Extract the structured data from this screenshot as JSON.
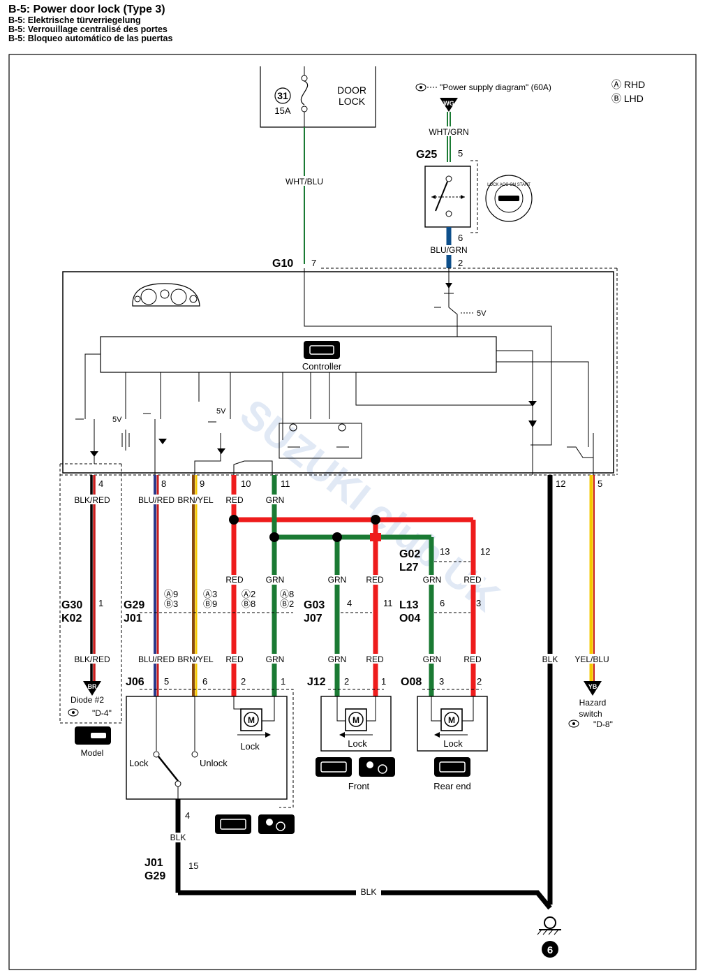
{
  "title": {
    "main": "B-5: Power door lock (Type 3)",
    "de": "B-5: Elektrische türverriegelung",
    "fr": "B-5: Verrouillage centralisé des portes",
    "es": "B-5: Bloqueo automático de las puertas"
  },
  "legend": {
    "a": "Ⓐ RHD",
    "b": "Ⓑ LHD"
  },
  "fuse": {
    "number": "31",
    "amps": "15A",
    "name_line1": "DOOR",
    "name_line2": "LOCK"
  },
  "power_ref": {
    "text": "\"Power supply diagram\" (60A)",
    "badge": "WG"
  },
  "ignition": {
    "connector": "G25",
    "pin_in": "5",
    "pin_out": "6",
    "key_text": "LOCK ACC ON START"
  },
  "controller": {
    "label": "Controller",
    "voltage1": "5V",
    "voltage2": "5V",
    "voltage3": "5V"
  },
  "g10": {
    "connector": "G10",
    "pin_fuse": "7",
    "pin_ign": "2"
  },
  "wires": {
    "wht_blu": "WHT/BLU",
    "wht_grn": "WHT/GRN",
    "blu_grn": "BLU/GRN",
    "blk_red": "BLK/RED",
    "blu_red": "BLU/RED",
    "brn_yel": "BRN/YEL",
    "red": "RED",
    "grn": "GRN",
    "blk": "BLK",
    "yel_blu": "YEL/BLU"
  },
  "pins_top": {
    "p4": "4",
    "p8": "8",
    "p9": "9",
    "p10": "10",
    "p11": "11",
    "p12": "12",
    "p5": "5"
  },
  "connectors": {
    "g30": "G30",
    "k02": "K02",
    "g30_pin": "1",
    "g29": "G29",
    "j01": "J01",
    "g29_p1": "Ⓐ9",
    "g29_p1b": "Ⓑ3",
    "g29_p2": "Ⓐ3",
    "g29_p2b": "Ⓑ9",
    "g29_p3": "Ⓐ2",
    "g29_p3b": "Ⓑ8",
    "g29_p4": "Ⓐ8",
    "g29_p4b": "Ⓑ2",
    "g03": "G03",
    "j07": "J07",
    "g03_p1": "4",
    "g03_p2": "11",
    "g02": "G02",
    "l27": "L27",
    "g02_p1": "13",
    "g02_p2": "12",
    "l13": "L13",
    "o04": "O04",
    "l13_p1": "6",
    "l13_p2": "3",
    "j06": "J06",
    "j06_p5": "5",
    "j06_p6": "6",
    "j06_p2": "2",
    "j06_p1": "1",
    "j06_p4": "4",
    "j12": "J12",
    "j12_p2": "2",
    "j12_p1": "1",
    "o08": "O08",
    "o08_p3": "3",
    "o08_p2": "2",
    "j01b": "J01",
    "g29b": "G29",
    "j01_p15": "15"
  },
  "diode": {
    "badge": "BR",
    "label": "Diode #2",
    "ref": "\"D-4\"",
    "model": "Model"
  },
  "hazard": {
    "badge": "YB",
    "label1": "Hazard",
    "label2": "switch",
    "ref": "\"D-8\""
  },
  "actuators": {
    "driver": {
      "lock": "Lock",
      "unlock": "Unlock",
      "motor_lock": "Lock",
      "m": "M"
    },
    "front": {
      "lock": "Lock",
      "caption": "Front",
      "m": "M"
    },
    "rear": {
      "lock": "Lock",
      "caption": "Rear end",
      "m": "M"
    }
  },
  "ground": {
    "number": "6"
  },
  "watermark": "SUZUKI club UK",
  "colors": {
    "red": "#ee1c1c",
    "green": "#1a7a33",
    "blue": "#2a3a8c",
    "brown": "#8a4b10",
    "yellow": "#f6c800",
    "navy": "#0d4f8b",
    "black": "#000000"
  }
}
